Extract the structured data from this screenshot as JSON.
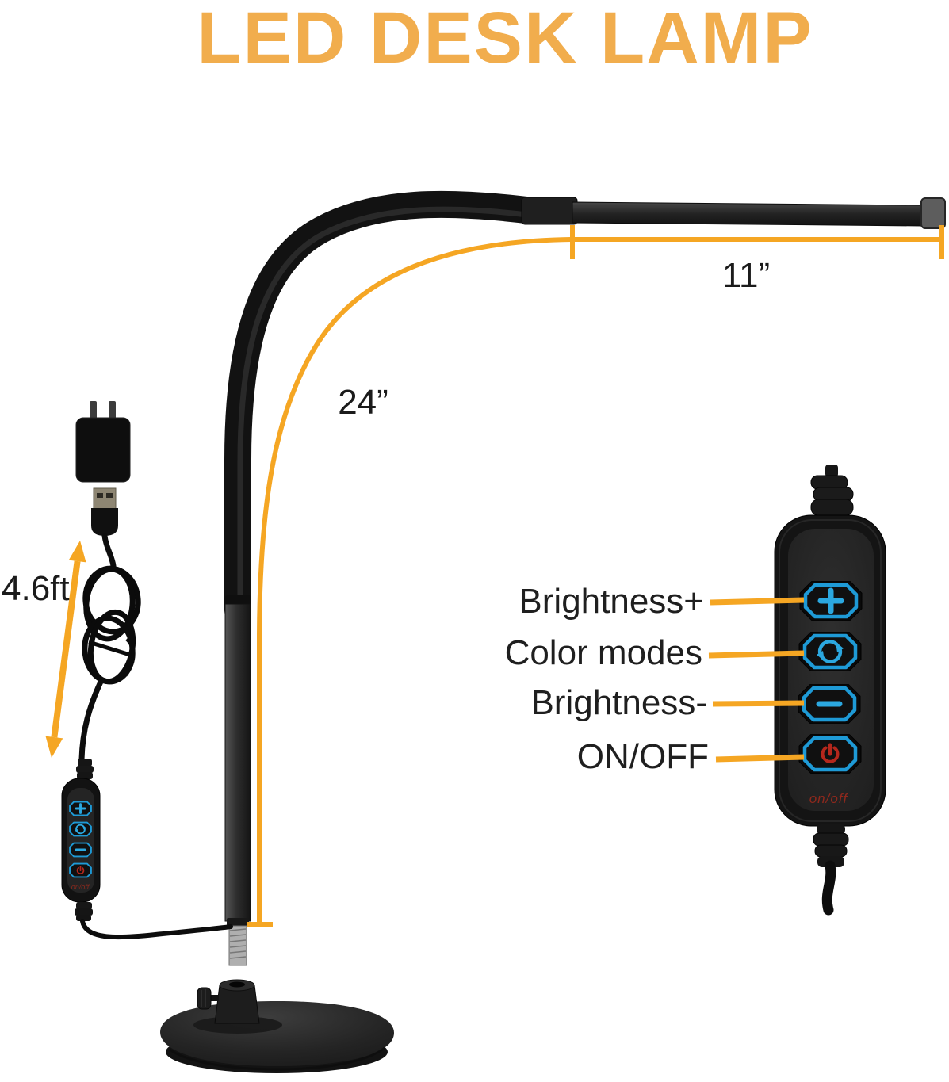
{
  "title": "LED DESK LAMP",
  "annotations": {
    "head_width": "11”",
    "neck_length": "24”",
    "cord_length": "4.6ft"
  },
  "control_labels": {
    "brightness_up": "Brightness+",
    "color_modes": "Color modes",
    "brightness_down": "Brightness-",
    "power": "ON/OFF"
  },
  "remote": {
    "buttons": [
      {
        "name": "brightness-up",
        "glyph": "plus-icon"
      },
      {
        "name": "color-modes",
        "glyph": "cycle-arrows-icon"
      },
      {
        "name": "brightness-down",
        "glyph": "minus-icon"
      },
      {
        "name": "power",
        "glyph": "power-icon"
      }
    ],
    "onoff_print": "on/off"
  },
  "colors": {
    "title_orange": "#F1AD4D",
    "annotation_orange": "#F5A623",
    "button_blue": "#1E9AD6",
    "power_red": "#B5271C",
    "label_black": "#1F1F1F"
  }
}
